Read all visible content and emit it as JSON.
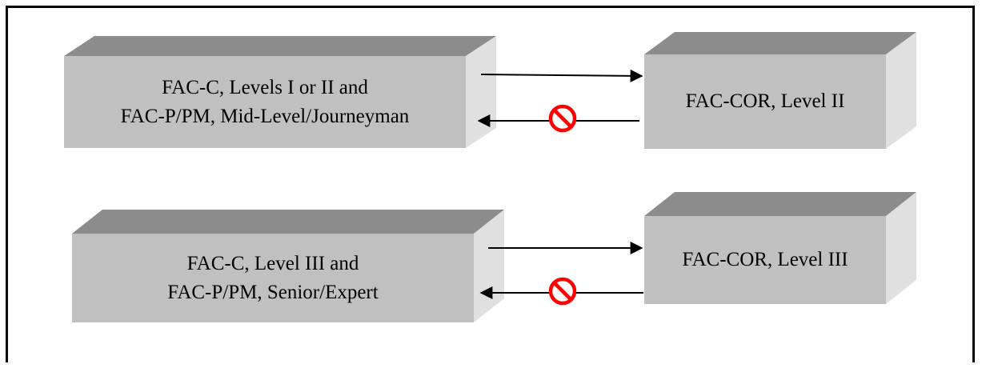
{
  "rows": [
    {
      "left_box": {
        "line1": "FAC-C, Levels I or II and",
        "line2": "FAC-P/PM, Mid-Level/Journeyman"
      },
      "right_box": {
        "line1": "FAC-COR, Level II"
      }
    },
    {
      "left_box": {
        "line1": "FAC-C, Level III and",
        "line2": "FAC-P/PM, Senior/Expert"
      },
      "right_box": {
        "line1": "FAC-COR, Level III"
      }
    }
  ],
  "colors": {
    "box_front": "#c0c0c0",
    "box_top": "#8c8c8c",
    "box_side": "#e0e0e0",
    "arrow": "#000000",
    "prohibited_sign": "#ff0000"
  },
  "icons": {
    "forward_arrow": "arrow-right-icon",
    "backward_arrow": "arrow-left-icon",
    "prohibited": "prohibited-icon"
  }
}
